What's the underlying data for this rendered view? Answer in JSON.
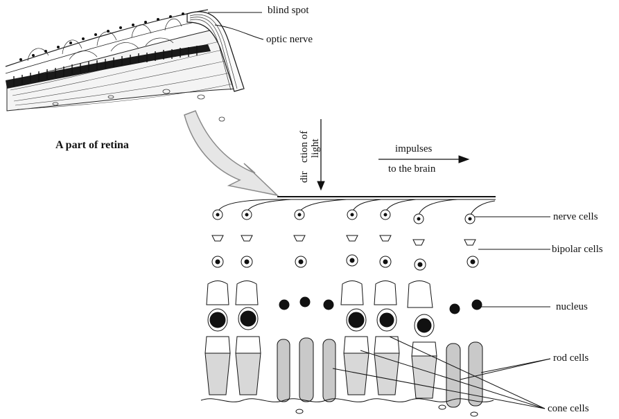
{
  "caption": "A part of retina",
  "labels": {
    "blind_spot": "blind spot",
    "optic_nerve": "optic nerve",
    "direction_part1": "dir",
    "direction_part2": "ction of",
    "direction_part3": "light",
    "impulses": "impulses",
    "to_brain": "to the brain",
    "nerve_cells": "nerve cells",
    "bipolar_cells": "bipolar cells",
    "nucleus": "nucleus",
    "rod_cells": "rod cells",
    "cone_cells": "cone cells"
  },
  "colors": {
    "ink": "#111111",
    "arrow_fill": "#e6e6e6",
    "arrow_stroke": "#8a8a8a",
    "background": "#ffffff"
  }
}
